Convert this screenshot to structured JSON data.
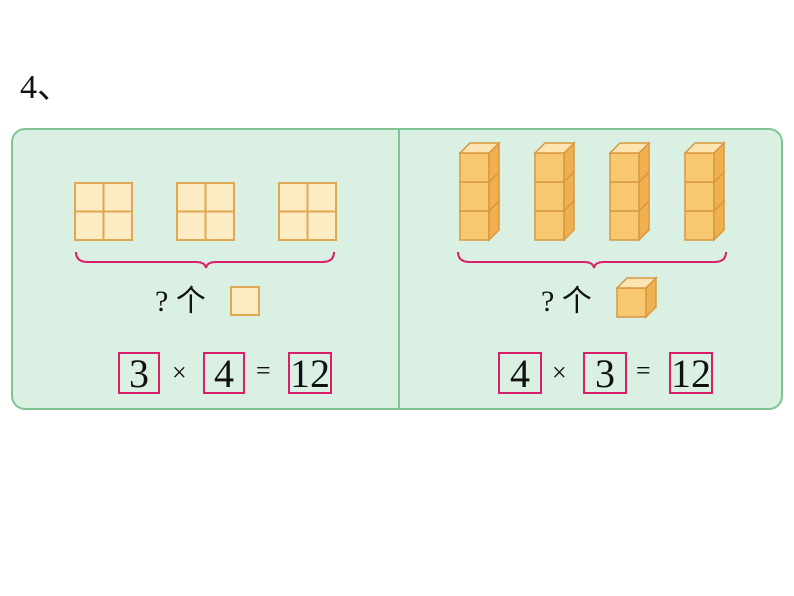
{
  "question_number": "4、",
  "left": {
    "question_text": "? 个",
    "factor1": "3",
    "times": "×",
    "factor2": "4",
    "equals": "=",
    "product": "12"
  },
  "right": {
    "question_text": "? 个",
    "factor1": "4",
    "times": "×",
    "factor2": "3",
    "equals": "=",
    "product": "12"
  },
  "colors": {
    "panel_bg": "#daf0e3",
    "panel_border": "#7fc594",
    "square_fill": "#fdebc4",
    "square_stroke": "#e0a850",
    "cube_front": "#f8c870",
    "cube_top": "#fde4b0",
    "cube_side": "#f0b050",
    "brace": "#d8206a",
    "answer_box": "#d8206a"
  },
  "icons": [
    "square-unit-icon",
    "cube-unit-icon"
  ]
}
